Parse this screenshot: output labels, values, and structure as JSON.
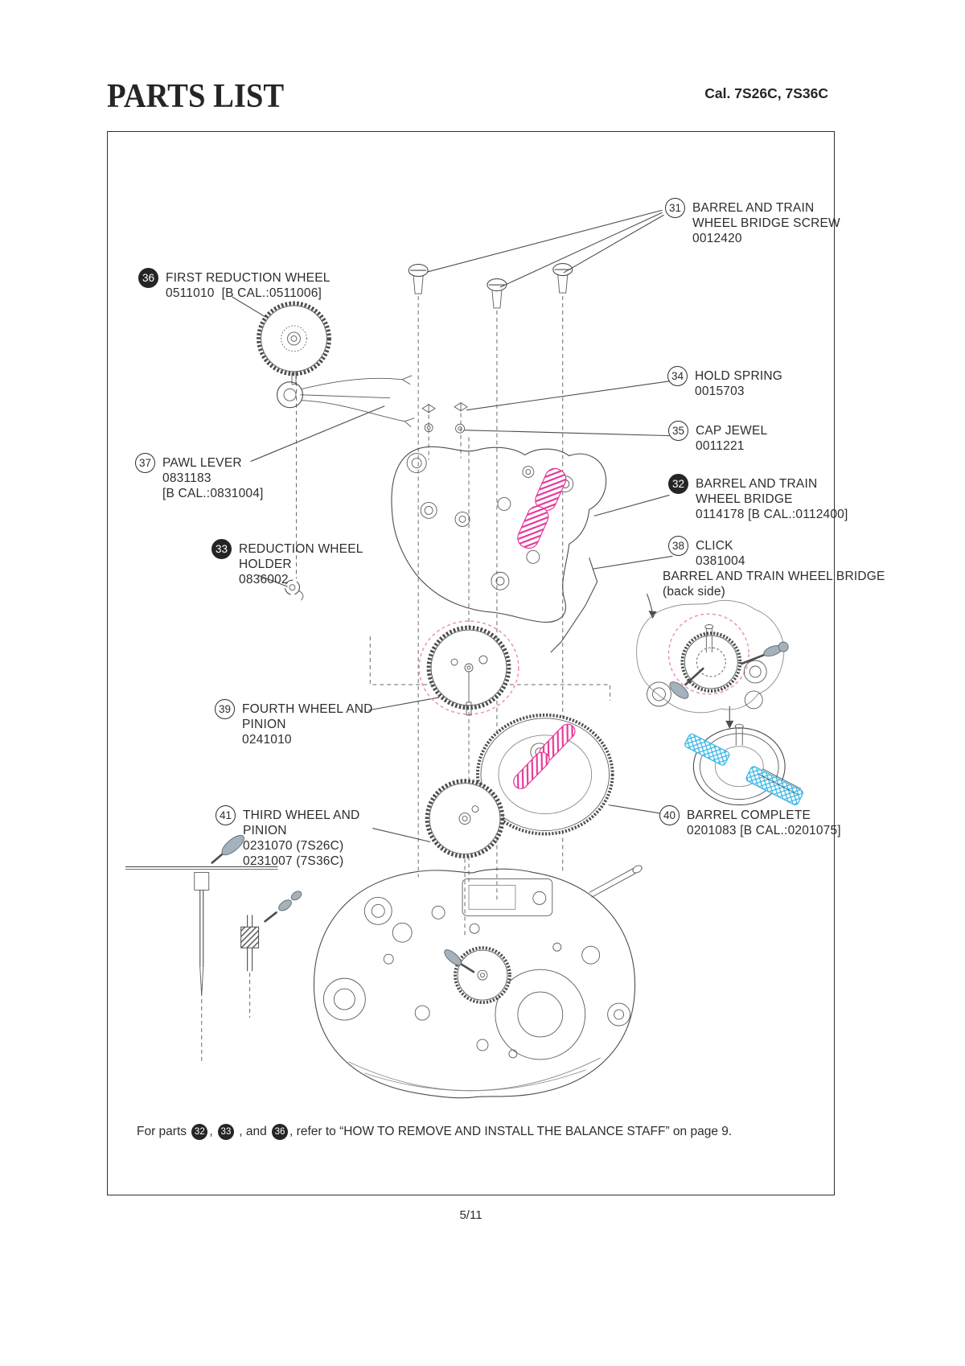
{
  "header": {
    "title": "PARTS LIST",
    "caliber": "Cal. 7S26C, 7S36C"
  },
  "footer": {
    "page_number": "5/11"
  },
  "parts": [
    {
      "num": "31",
      "badge": "outline",
      "lines": [
        "BARREL AND TRAIN",
        "WHEEL BRIDGE SCREW",
        "0012420"
      ]
    },
    {
      "num": "36",
      "badge": "filled",
      "lines": [
        "FIRST REDUCTION WHEEL",
        "0511010  [B CAL.:0511006]"
      ]
    },
    {
      "num": "34",
      "badge": "outline",
      "lines": [
        "HOLD SPRING",
        "0015703"
      ]
    },
    {
      "num": "35",
      "badge": "outline",
      "lines": [
        "CAP JEWEL",
        "0011221"
      ]
    },
    {
      "num": "37",
      "badge": "outline",
      "lines": [
        "PAWL LEVER",
        "0831183",
        "[B CAL.:0831004]"
      ]
    },
    {
      "num": "32",
      "badge": "filled",
      "lines": [
        "BARREL AND TRAIN",
        "WHEEL BRIDGE",
        "0114178 [B CAL.:0112400]"
      ]
    },
    {
      "num": "33",
      "badge": "filled",
      "lines": [
        "REDUCTION WHEEL",
        "HOLDER",
        "0836002"
      ]
    },
    {
      "num": "38",
      "badge": "outline",
      "lines": [
        "CLICK",
        "0381004"
      ]
    },
    {
      "num": "39",
      "badge": "outline",
      "lines": [
        "FOURTH WHEEL AND",
        "PINION",
        "0241010"
      ]
    },
    {
      "num": "41",
      "badge": "outline",
      "lines": [
        "THIRD WHEEL AND",
        "PINION",
        "0231070 (7S26C)",
        "0231007 (7S36C)"
      ]
    },
    {
      "num": "40",
      "badge": "outline",
      "lines": [
        "BARREL COMPLETE",
        "0201083 [B CAL.:0201075]"
      ]
    }
  ],
  "back_side_note": {
    "line1": "BARREL AND TRAIN WHEEL BRIDGE",
    "line2": "(back side)"
  },
  "footnote": {
    "part1": "For parts ",
    "badge1": "32",
    "sep1": ", ",
    "badge2": "33",
    "sep2": " , and ",
    "badge3": "36",
    "part2": ", refer to “HOW TO REMOVE AND INSTALL THE BALANCE STAFF” on page 9."
  },
  "colors": {
    "ink": "#2e2d2c",
    "highlight_pink": "#e6399b",
    "highlight_blue": "#38b7e9",
    "tool_grey": "#a5b2bb"
  }
}
